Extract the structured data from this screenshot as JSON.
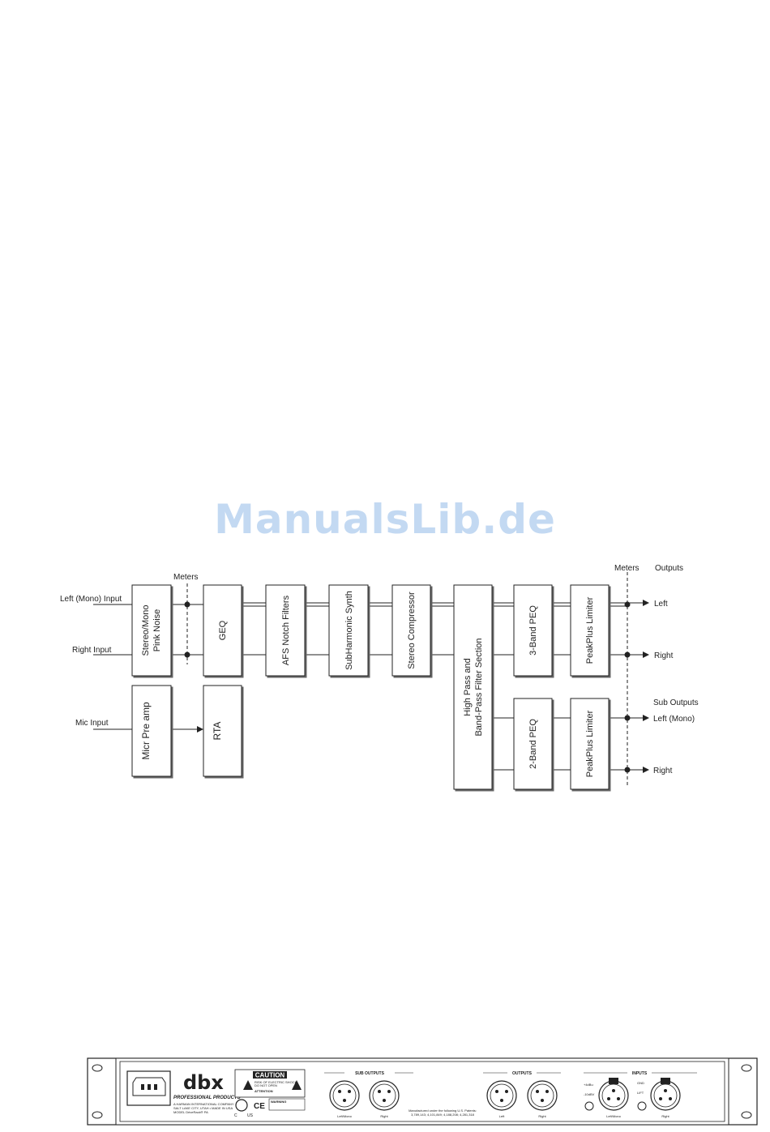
{
  "watermark": "ManualsLib.de",
  "diagram": {
    "meters_left": "Meters",
    "meters_right": "Meters",
    "outputs": "Outputs",
    "sub_outputs": "Sub Outputs",
    "inputs": {
      "left": "Left (Mono) Input",
      "right": "Right Input",
      "mic": "Mic Input"
    },
    "blocks": {
      "pink_noise": [
        "Stereo/Mono",
        "Pink Noise"
      ],
      "geq": "GEQ",
      "afs": "AFS Notch Filters",
      "subharmonic": "SubHarmonic Synth",
      "compressor": "Stereo Compressor",
      "filters": [
        "High Pass and",
        "Band-Pass Filter Section"
      ],
      "peq3": "3-Band PEQ",
      "limiter_main": "PeakPlus Limiter",
      "mic_preamp": "Micr Pre amp",
      "rta": "RTA",
      "peq2": "2-Band PEQ",
      "limiter_sub": "PeakPlus Limiter"
    },
    "out_labels": {
      "left": "Left",
      "right": "Right",
      "sub_left": "Left (Mono)",
      "sub_right": "Right"
    }
  },
  "rear_panel": {
    "brand": "dbx",
    "brand_sub": "PROFESSIONAL PRODUCTS",
    "company": [
      "A HARMAN INTERNATIONAL COMPANY",
      "SALT LAKE CITY, UTAH • MADE IN USA",
      "MODEL DriveRack® PA"
    ],
    "caution_title": "CAUTION",
    "caution_text": [
      "RISK OF ELECTRIC SHOCK",
      "DO NOT OPEN"
    ],
    "attention": "ATTENTION",
    "warning": "WARNING",
    "sub_outputs_title": "SUB OUTPUTS",
    "outputs_title": "OUTPUTS",
    "inputs_title": "INPUTS",
    "sub_left": "Left/Mono",
    "sub_right": "Right",
    "out_left": "Left",
    "out_right": "Right",
    "in_left": "Left/Mono",
    "in_right": "Right",
    "patents": [
      "Manufactured under the following U.S. Patents:",
      "3,789,143; 4,101,849; 4,188,208; 4,281,318"
    ],
    "level_labels": [
      "+4dBu",
      "-10dBV"
    ],
    "gnd_labels": [
      "GND",
      "LIFT"
    ],
    "cert_c": "C",
    "cert_us": "US",
    "cert_ce": "CE"
  }
}
